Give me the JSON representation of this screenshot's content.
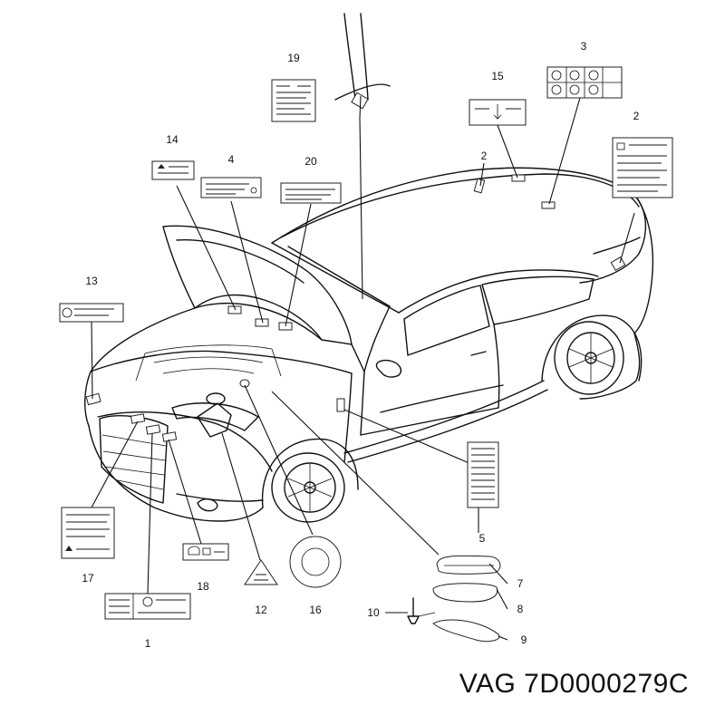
{
  "callouts": {
    "c1": "1",
    "c2a": "2",
    "c2b": "2",
    "c3": "3",
    "c4": "4",
    "c5": "5",
    "c7": "7",
    "c8": "8",
    "c9": "9",
    "c10": "10",
    "c12": "12",
    "c13": "13",
    "c14": "14",
    "c15": "15",
    "c16": "16",
    "c17": "17",
    "c18": "18",
    "c19": "19",
    "c20": "20"
  },
  "part_number": "VAG 7D0000279C"
}
